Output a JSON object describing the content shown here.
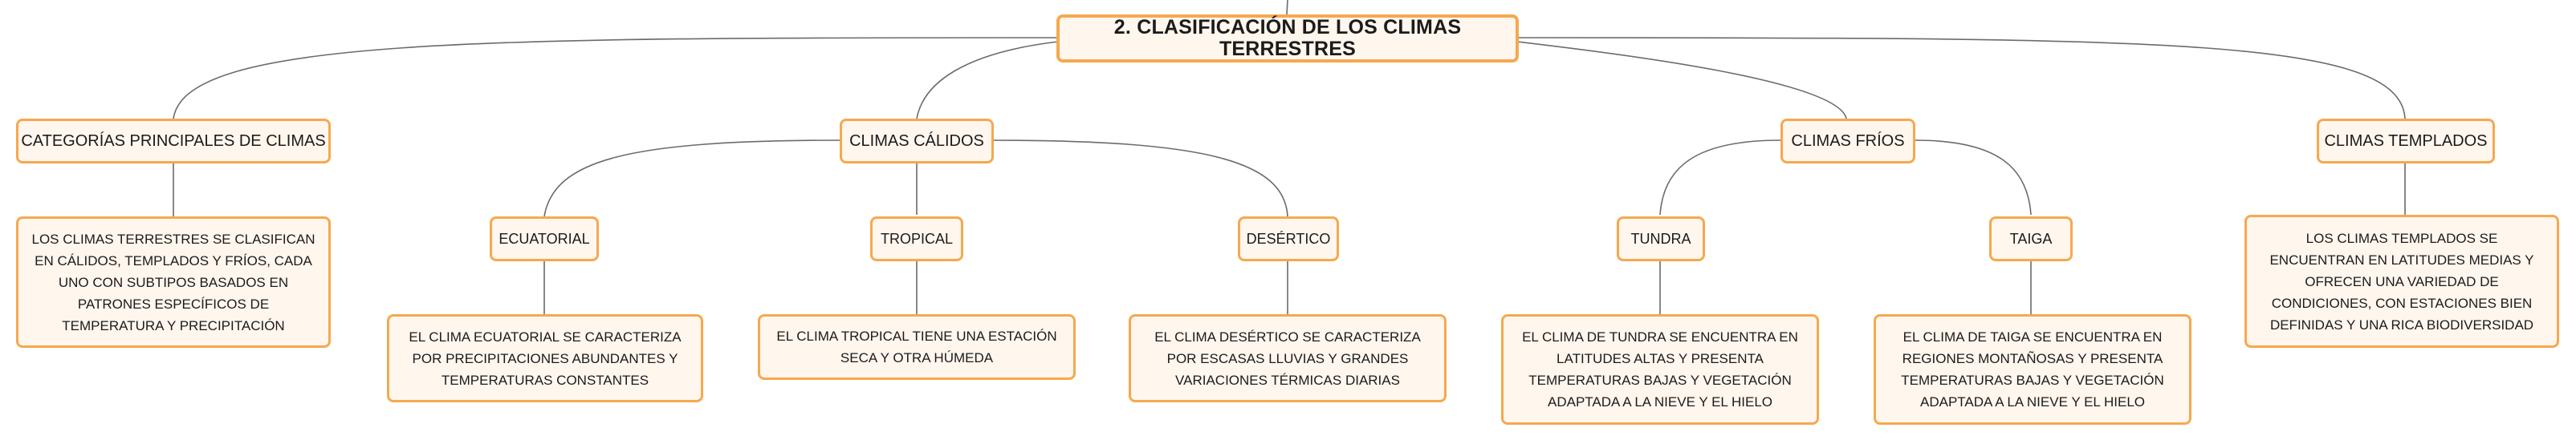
{
  "root": {
    "label": "2. CLASIFICACIÓN DE LOS CLIMAS TERRESTRES"
  },
  "categories": {
    "principales": {
      "label": "CATEGORÍAS PRINCIPALES DE CLIMAS",
      "desc": "LOS CLIMAS TERRESTRES SE CLASIFICAN EN CÁLIDOS, TEMPLADOS Y FRÍOS, CADA UNO CON SUBTIPOS BASADOS EN PATRONES ESPECÍFICOS DE TEMPERATURA Y PRECIPITACIÓN"
    },
    "calidos": {
      "label": "CLIMAS CÁLIDOS",
      "ecuatorial": {
        "label": "ECUATORIAL",
        "desc": "EL CLIMA ECUATORIAL SE CARACTERIZA POR PRECIPITACIONES ABUNDANTES Y TEMPERATURAS CONSTANTES"
      },
      "tropical": {
        "label": "TROPICAL",
        "desc": "EL CLIMA TROPICAL TIENE UNA ESTACIÓN SECA Y OTRA HÚMEDA"
      },
      "desertico": {
        "label": "DESÉRTICO",
        "desc": "EL CLIMA DESÉRTICO SE CARACTERIZA POR ESCASAS LLUVIAS Y GRANDES VARIACIONES TÉRMICAS DIARIAS"
      }
    },
    "frios": {
      "label": "CLIMAS FRÍOS",
      "tundra": {
        "label": "TUNDRA",
        "desc": "EL CLIMA DE TUNDRA SE ENCUENTRA EN LATITUDES ALTAS Y PRESENTA TEMPERATURAS BAJAS Y VEGETACIÓN ADAPTADA A LA NIEVE Y EL HIELO"
      },
      "taiga": {
        "label": "TAIGA",
        "desc": "EL CLIMA DE TAIGA SE ENCUENTRA EN REGIONES MONTAÑOSAS Y PRESENTA TEMPERATURAS BAJAS Y VEGETACIÓN ADAPTADA A LA NIEVE Y EL HIELO"
      }
    },
    "templados": {
      "label": "CLIMAS TEMPLADOS",
      "desc": "LOS CLIMAS TEMPLADOS SE ENCUENTRAN EN LATITUDES MEDIAS Y OFRECEN UNA VARIEDAD DE CONDICIONES, CON ESTACIONES BIEN DEFINIDAS Y UNA RICA BIODIVERSIDAD"
    }
  },
  "colors": {
    "border": "#f5a94f",
    "fill": "#fff6ee",
    "connector": "#6b6b6b"
  }
}
